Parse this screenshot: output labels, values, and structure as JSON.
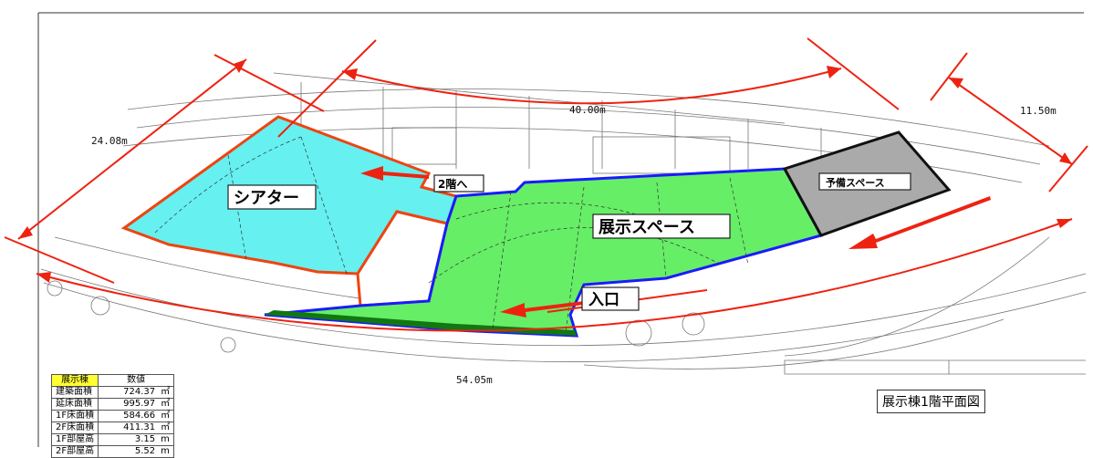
{
  "dimensions": {
    "width_left": "24.08m",
    "length_top": "40.00m",
    "width_right": "11.50m",
    "length_bottom": "54.05m"
  },
  "zones": {
    "theater": "シアター",
    "exhibition": "展示スペース",
    "reserve": "予備スペース",
    "to_second_floor": "2階へ",
    "entrance": "入口"
  },
  "colors": {
    "theater_fill": "#66f0f0",
    "exhibition_fill": "#66ee66",
    "reserve_fill": "#aaaaaa",
    "dimension_line": "#ee2211",
    "exhibition_outline": "#1a1aff",
    "theater_outline": "#ee4411"
  },
  "table": {
    "header_label": "展示棟",
    "header_value": "数値",
    "rows": [
      {
        "label": "建築面積",
        "value": "724.37",
        "unit": "㎡"
      },
      {
        "label": "延床面積",
        "value": "995.97",
        "unit": "㎡"
      },
      {
        "label": "1F床面積",
        "value": "584.66",
        "unit": "㎡"
      },
      {
        "label": "2F床面積",
        "value": "411.31",
        "unit": "㎡"
      },
      {
        "label": "1F部屋高",
        "value": "3.15",
        "unit": "m"
      },
      {
        "label": "2F部屋高",
        "value": "5.52",
        "unit": "m"
      }
    ]
  },
  "sheet_title": "展示棟1階平面図"
}
